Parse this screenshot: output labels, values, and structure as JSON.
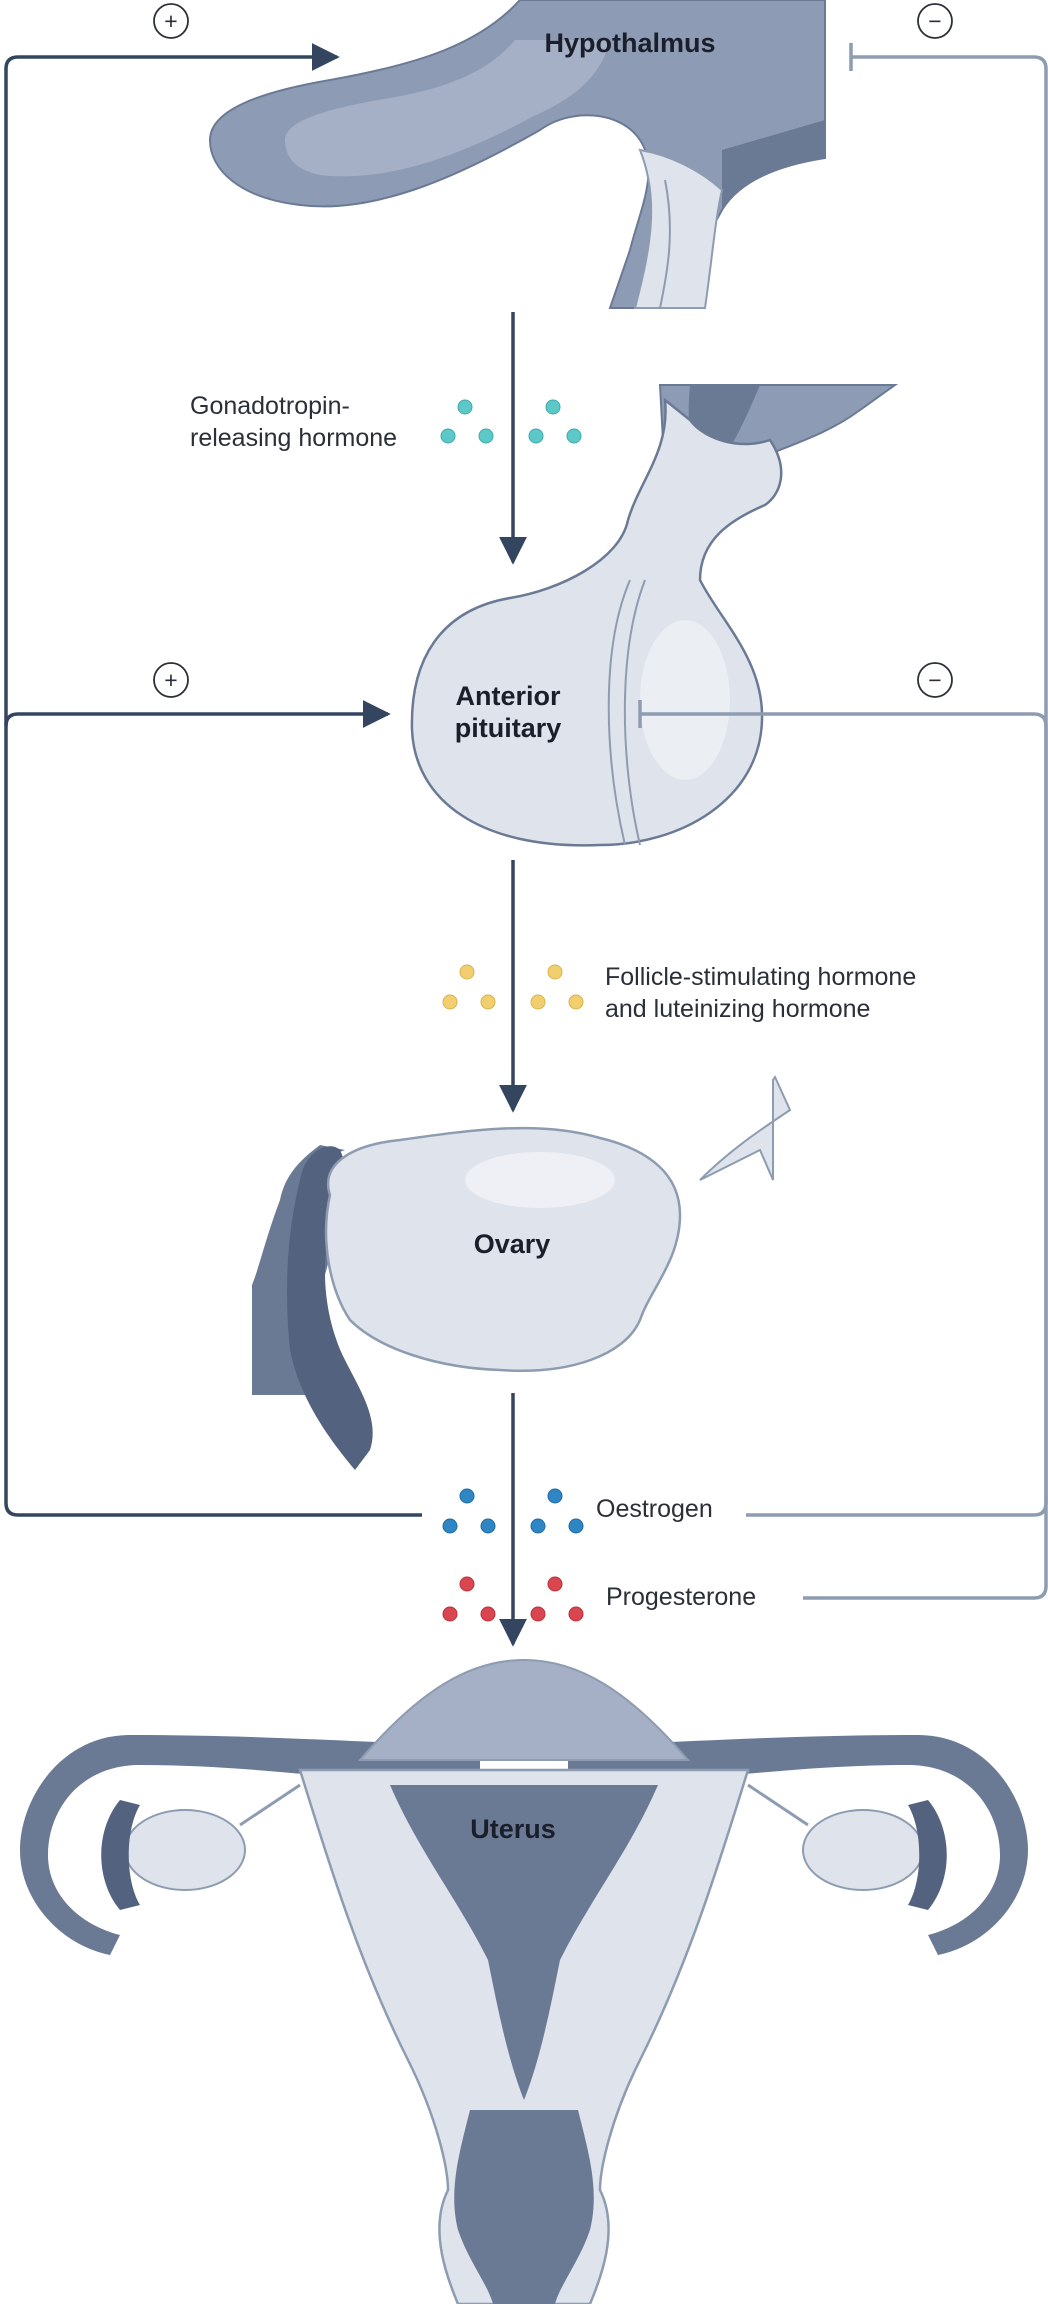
{
  "organs": {
    "hypothalamus": "Hypothalmus",
    "pituitary_line1": "Anterior",
    "pituitary_line2": "pituitary",
    "ovary": "Ovary",
    "uterus": "Uterus"
  },
  "hormones": {
    "gnrh_line1": "Gonadotropin-",
    "gnrh_line2": "releasing hormone",
    "fsh_lh_line1": "Follicle-stimulating hormone",
    "fsh_lh_line2": "and luteinizing hormone",
    "oestrogen": "Oestrogen",
    "progesterone": "Progesterone"
  },
  "feedback_signs": {
    "positive": "+",
    "negative": "−"
  },
  "colors": {
    "positive_loop": "#34465f",
    "negative_loop": "#8d9cb1",
    "gnrh_dots": "#5cc8c8",
    "fsh_lh_dots": "#f1cf6f",
    "oestrogen_dots": "#2f86c5",
    "progesterone_dots": "#d9464f",
    "organ_dark": "#6b7a94",
    "organ_mid": "#9ea9bf",
    "organ_light": "#dfe3ec"
  }
}
